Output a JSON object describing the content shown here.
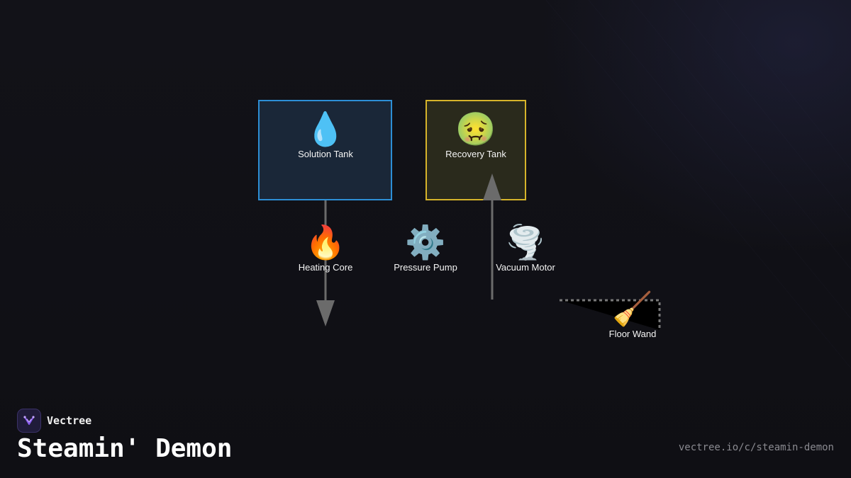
{
  "diagram": {
    "nodes": [
      {
        "id": "solution-tank",
        "label": "Solution Tank",
        "icon": "droplet-icon",
        "emoji": "💧",
        "color": "#2d8fd6"
      },
      {
        "id": "recovery-tank",
        "label": "Recovery Tank",
        "icon": "nauseated-face-icon",
        "emoji": "🤢",
        "color": "#d6b42a"
      },
      {
        "id": "heating-core",
        "label": "Heating Core",
        "icon": "fire-icon",
        "emoji": "🔥"
      },
      {
        "id": "pressure-pump",
        "label": "Pressure Pump",
        "icon": "gear-icon",
        "emoji": "⚙️"
      },
      {
        "id": "vacuum-motor",
        "label": "Vacuum Motor",
        "icon": "tornado-icon",
        "emoji": "🌪️"
      },
      {
        "id": "floor-wand",
        "label": "Floor Wand",
        "icon": "broom-icon",
        "emoji": "🧹"
      }
    ],
    "edges": [
      {
        "from": "solution-tank",
        "to": "heating-core",
        "style": "solid-arrow"
      },
      {
        "from": "vacuum-motor",
        "to": "recovery-tank",
        "style": "solid-arrow"
      },
      {
        "from": "floor-wand",
        "to": "vacuum-motor",
        "style": "dashed"
      }
    ]
  },
  "brand": {
    "name": "Vectree",
    "icon": "vectree-logo-icon",
    "accent": "#8a5cf0"
  },
  "page": {
    "title": "Steamin' Demon",
    "url": "vectree.io/c/steamin-demon"
  }
}
